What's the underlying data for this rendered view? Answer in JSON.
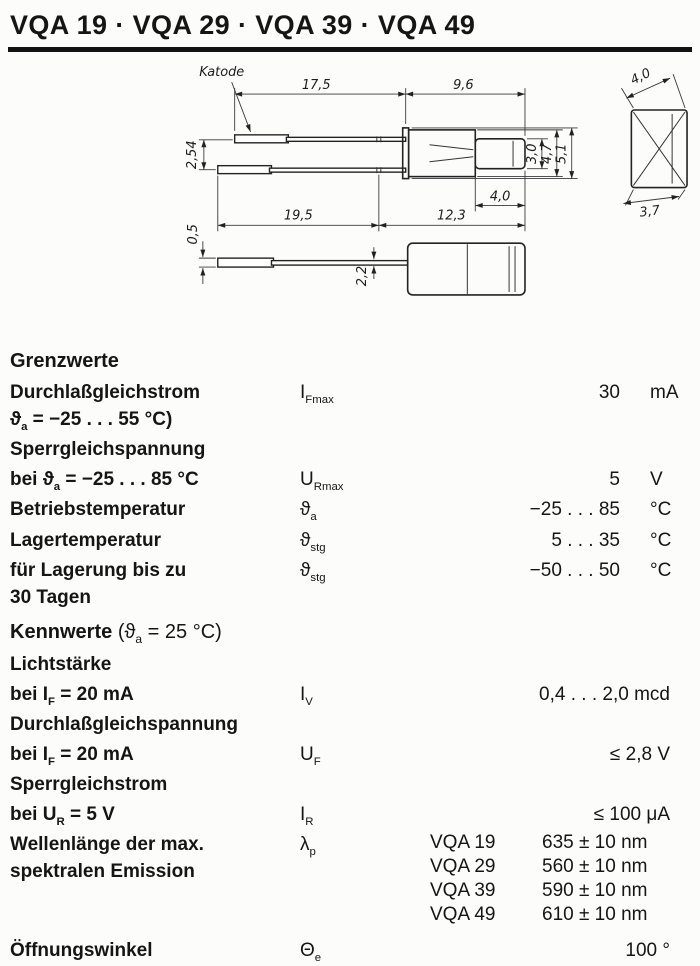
{
  "page": {
    "title": "VQA 19 · VQA 29 · VQA 39 · VQA 49"
  },
  "drawing": {
    "labels": {
      "katode": "Katode"
    },
    "dims": {
      "d17_5": "17,5",
      "d9_6": "9,6",
      "d4_0_top": "4,0",
      "d2_54": "2,54",
      "d3_0": "3,0",
      "d4_7": "4,7",
      "d5_1": "5,1",
      "d4_0_front": "4,0",
      "d19_5": "19,5",
      "d12_3": "12,3",
      "d3_7": "3,7",
      "d0_5": "0,5",
      "d2_2": "2,2"
    }
  },
  "limits": {
    "heading": "Grenzwerte",
    "rows": [
      {
        "desc": "Durchlaßgleichstrom",
        "desc2_pre": "ϑ",
        "desc2_sub": "a",
        "desc2_post": " = −25 . . . 55 °C)",
        "sym": "I",
        "sym_sub": "Fmax",
        "value": "30",
        "unit": "mA"
      },
      {
        "desc": "Sperrgleichspannung",
        "cond_pre": "bei ϑ",
        "cond_sub": "a",
        "cond_post": " = −25 . . . 85 °C",
        "sym": "U",
        "sym_sub": "Rmax",
        "value": "5",
        "unit": "V"
      },
      {
        "desc": "Betriebstemperatur",
        "sym": "ϑ",
        "sym_sub": "a",
        "value": "−25 . . . 85",
        "unit": "°C"
      },
      {
        "desc": "Lagertemperatur",
        "sym": "ϑ",
        "sym_sub": "stg",
        "value": "5 . . . 35",
        "unit": "°C"
      },
      {
        "desc": "für Lagerung bis zu",
        "desc2": "30 Tagen",
        "sym": "ϑ",
        "sym_sub": "stg",
        "value": "−50 . . . 50",
        "unit": "°C"
      }
    ]
  },
  "characteristics": {
    "heading": "Kennwerte",
    "cond_pre": "(ϑ",
    "cond_sub": "a",
    "cond_post": " = 25 °C)",
    "rows": [
      {
        "desc": "Lichtstärke",
        "cond_pre": "bei I",
        "cond_sub": "F",
        "cond_post": " = 20 mA",
        "sym": "I",
        "sym_sub": "V",
        "value": "0,4 . . . 2,0 mcd"
      },
      {
        "desc": "Durchlaßgleichspannung",
        "cond_pre": "bei I",
        "cond_sub": "F",
        "cond_post": " = 20 mA",
        "sym": "U",
        "sym_sub": "F",
        "value": "≤ 2,8 V"
      },
      {
        "desc": "Sperrgleichstrom",
        "cond_pre": "bei U",
        "cond_sub": "R",
        "cond_post": " = 5 V",
        "sym": "I",
        "sym_sub": "R",
        "value": "≤ 100 μA"
      }
    ],
    "wavelength": {
      "desc1": "Wellenlänge der max.",
      "desc2": "spektralen Emission",
      "sym": "λ",
      "sym_sub": "p",
      "entries": [
        {
          "type": "VQA 19",
          "value": "635 ± 10 nm"
        },
        {
          "type": "VQA 29",
          "value": "560 ± 10 nm"
        },
        {
          "type": "VQA 39",
          "value": "590 ± 10 nm"
        },
        {
          "type": "VQA 49",
          "value": "610 ± 10 nm"
        }
      ]
    },
    "angle": {
      "desc": "Öffnungswinkel",
      "sym": "Θ",
      "sym_sub": "e",
      "value": "100 °"
    }
  }
}
